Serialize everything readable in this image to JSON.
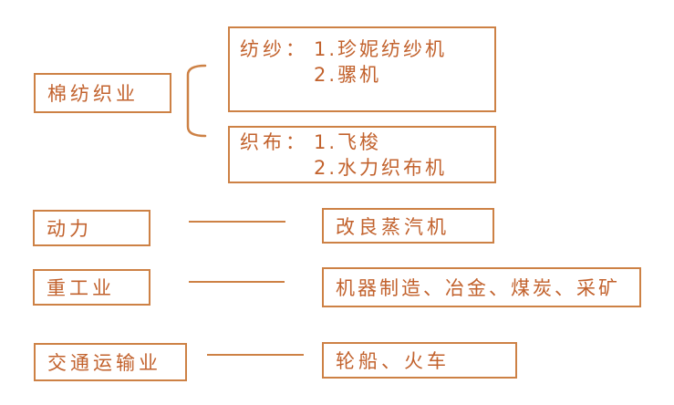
{
  "colors": {
    "background": "#ffffff",
    "box_border": "#cd8145",
    "text": "#c2622d",
    "connector_line": "#cd8145"
  },
  "nodes": {
    "cotton_textile": {
      "label": "棉纺织业"
    },
    "spinning": {
      "label": "纺纱：",
      "items": [
        "1.珍妮纺纱机",
        "2.骡机"
      ]
    },
    "weaving": {
      "label": "织布：",
      "items": [
        "1.飞梭",
        "2.水力织布机"
      ]
    },
    "power": {
      "label": "动力"
    },
    "improved_steam_engine": {
      "label": "改良蒸汽机"
    },
    "heavy_industry": {
      "label": "重工业"
    },
    "heavy_industry_detail": {
      "label": "机器制造、冶金、煤炭、采矿"
    },
    "transportation": {
      "label": "交通运输业"
    },
    "transportation_detail": {
      "label": "轮船、火车"
    }
  }
}
